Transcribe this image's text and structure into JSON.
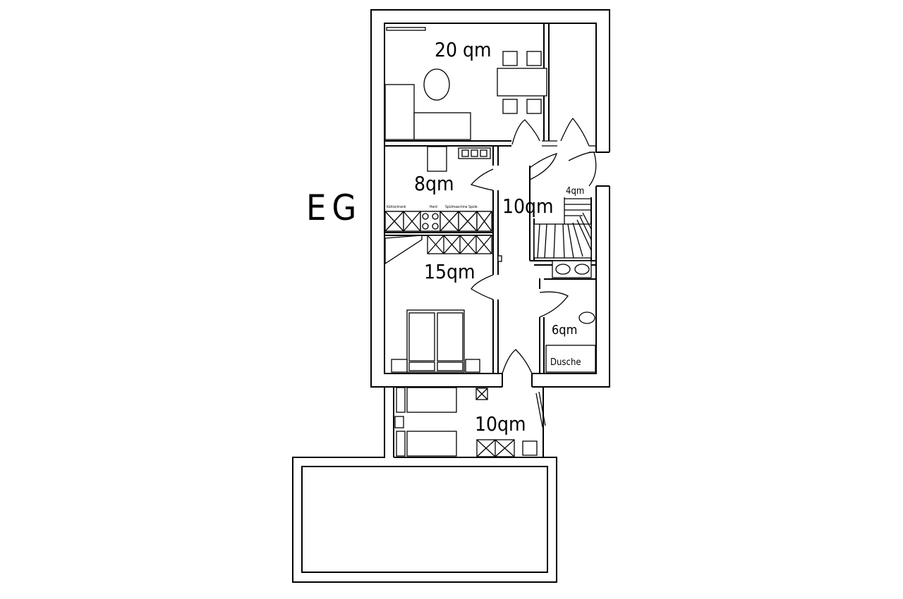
{
  "floor_label": "EG",
  "rooms": {
    "living": "20 qm",
    "kitchen": "8qm",
    "hallway": "10qm",
    "stair": "4qm",
    "bedroom": "15qm",
    "bath": "6qm",
    "annex": "10qm"
  },
  "fixtures": {
    "shower": "Dusche",
    "fridge": "Kühlschrank",
    "stove": "Herd",
    "dishwasher": "Spülmaschine",
    "sink": "Spüle"
  },
  "colors": {
    "line": "#000000",
    "background": "#ffffff"
  }
}
